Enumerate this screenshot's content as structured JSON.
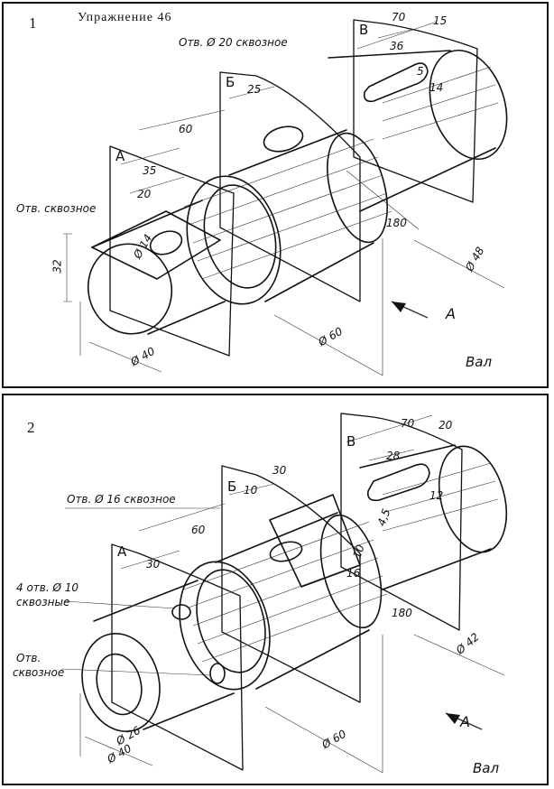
{
  "exercise_title": "Упражнение 46",
  "figure1": {
    "number": "1",
    "planes": [
      "А",
      "Б",
      "В"
    ],
    "labels": {
      "hole_top": "Отв. Ø 20 сквозное",
      "hole_left": "Отв. сквозное",
      "d14": "Ø 14",
      "dim_32": "32",
      "dim_35": "35",
      "dim_20": "20",
      "dim_60": "60",
      "dim_25": "25",
      "dim_70": "70",
      "dim_15": "15",
      "dim_36": "36",
      "dim_5": "5",
      "dim_14": "14",
      "dim_180": "180",
      "dim_d48": "Ø 48",
      "dim_d60": "Ø 60",
      "dim_d40": "Ø 40",
      "arrow": "A",
      "part": "Вал"
    }
  },
  "figure2": {
    "number": "2",
    "planes": [
      "А",
      "Б",
      "В"
    ],
    "labels": {
      "hole_top": "Отв. Ø 16 сквозное",
      "holes4_l1": "4 отв. Ø 10",
      "holes4_l2": "сквозные",
      "hole_l1": "Отв.",
      "hole_l2": "сквозное",
      "dim_30a": "30",
      "dim_60": "60",
      "dim_10a": "10",
      "dim_30b": "30",
      "dim_70": "70",
      "dim_20": "20",
      "dim_28": "28",
      "dim_12": "12",
      "dim_45": "4,5",
      "dim_10b": "10",
      "dim_16": "16",
      "dim_180": "180",
      "dim_d42": "Ø 42",
      "dim_d60": "Ø 60",
      "dim_d26": "Ø 26",
      "dim_d40": "Ø 40",
      "arrow": "A",
      "part": "Вал"
    }
  }
}
